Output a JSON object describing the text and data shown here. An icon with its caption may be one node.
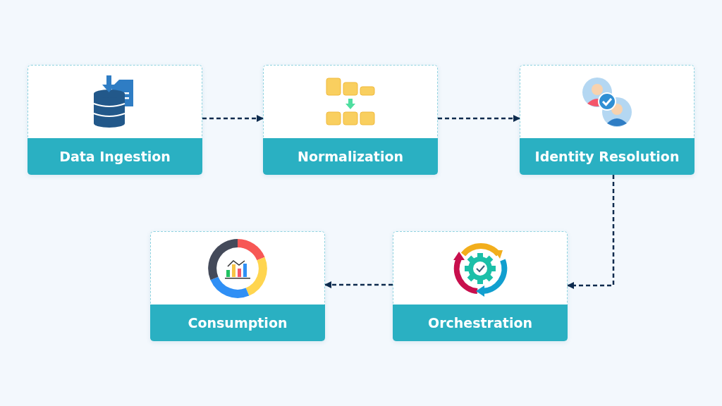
{
  "diagram": {
    "nodes": [
      {
        "text": [
          "Data Ingestion"
        ]
      },
      {
        "text": [
          "Normalization"
        ]
      },
      {
        "text": [
          "Identity Resolution"
        ]
      },
      {
        "text": [
          "Consumption"
        ]
      },
      {
        "text": [
          "Orchestration"
        ]
      }
    ],
    "edges": [
      {
        "from": 0,
        "to": 1,
        "arrow": "to",
        "style": "dashed"
      },
      {
        "from": 1,
        "to": 2,
        "arrow": "to",
        "style": "dashed"
      },
      {
        "from": 2,
        "to": 4,
        "arrow": "to",
        "style": "dashed"
      },
      {
        "from": 4,
        "to": 3,
        "arrow": "to",
        "style": "dashed"
      }
    ]
  }
}
